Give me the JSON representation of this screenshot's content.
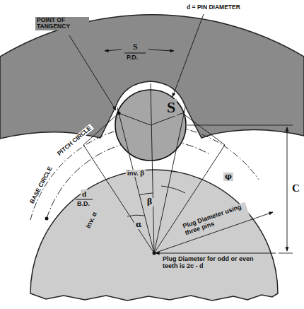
{
  "diagram": {
    "labels": [
      "POINT OF TANGENCY",
      "d = PIN DIAMETER",
      "S",
      "P.D.",
      "S",
      "PITCH CIRCLE",
      "BASE CIRCLE",
      "d",
      "B.D.",
      "inv. β",
      "β",
      "φ",
      "α",
      "inv. α",
      "Plug Diameter using three pins",
      "Plug Diameter for odd or even teeth is 2c - d",
      "C"
    ]
  }
}
